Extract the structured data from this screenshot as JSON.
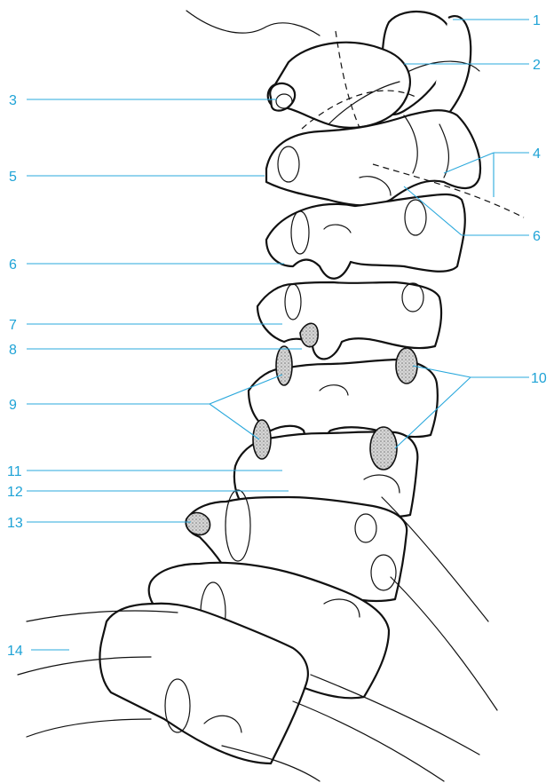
{
  "figure": {
    "labels": [
      {
        "id": "label-1",
        "text": "1"
      },
      {
        "id": "label-2",
        "text": "2"
      },
      {
        "id": "label-3",
        "text": "3"
      },
      {
        "id": "label-4",
        "text": "4"
      },
      {
        "id": "label-5",
        "text": "5"
      },
      {
        "id": "label-6a",
        "text": "6"
      },
      {
        "id": "label-6b",
        "text": "6"
      },
      {
        "id": "label-7",
        "text": "7"
      },
      {
        "id": "label-8",
        "text": "8"
      },
      {
        "id": "label-9",
        "text": "9"
      },
      {
        "id": "label-10",
        "text": "10"
      },
      {
        "id": "label-11",
        "text": "11"
      },
      {
        "id": "label-12",
        "text": "12"
      },
      {
        "id": "label-13",
        "text": "13"
      },
      {
        "id": "label-14",
        "text": "14"
      }
    ],
    "colors": {
      "label": "#1fa3d6",
      "leader": "#2aa8dc",
      "ink": "#111111",
      "background": "#ffffff"
    }
  }
}
